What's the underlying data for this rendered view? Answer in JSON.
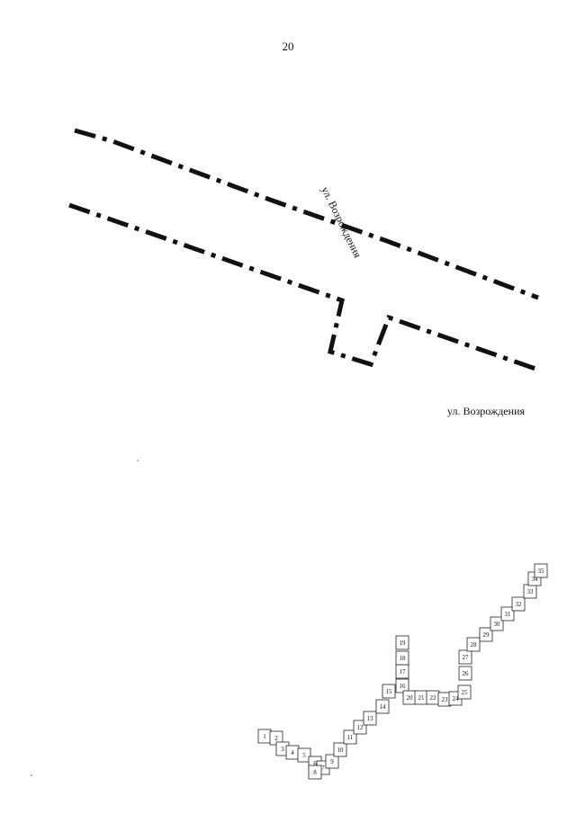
{
  "page_number": "20",
  "street_label_rotated": "ул. Возрождения",
  "street_label": "ул. Возрождения",
  "sheet_index": [
    "1",
    "2",
    "3",
    "4",
    "5",
    "6",
    "7",
    "8",
    "9",
    "10",
    "11",
    "12",
    "13",
    "14",
    "15",
    "16",
    "17",
    "18",
    "19",
    "20",
    "21",
    "22",
    "23",
    "24",
    "25",
    "26",
    "27",
    "28",
    "29",
    "30",
    "31",
    "32",
    "33",
    "34",
    "35"
  ],
  "highlighted_sheet": "20"
}
